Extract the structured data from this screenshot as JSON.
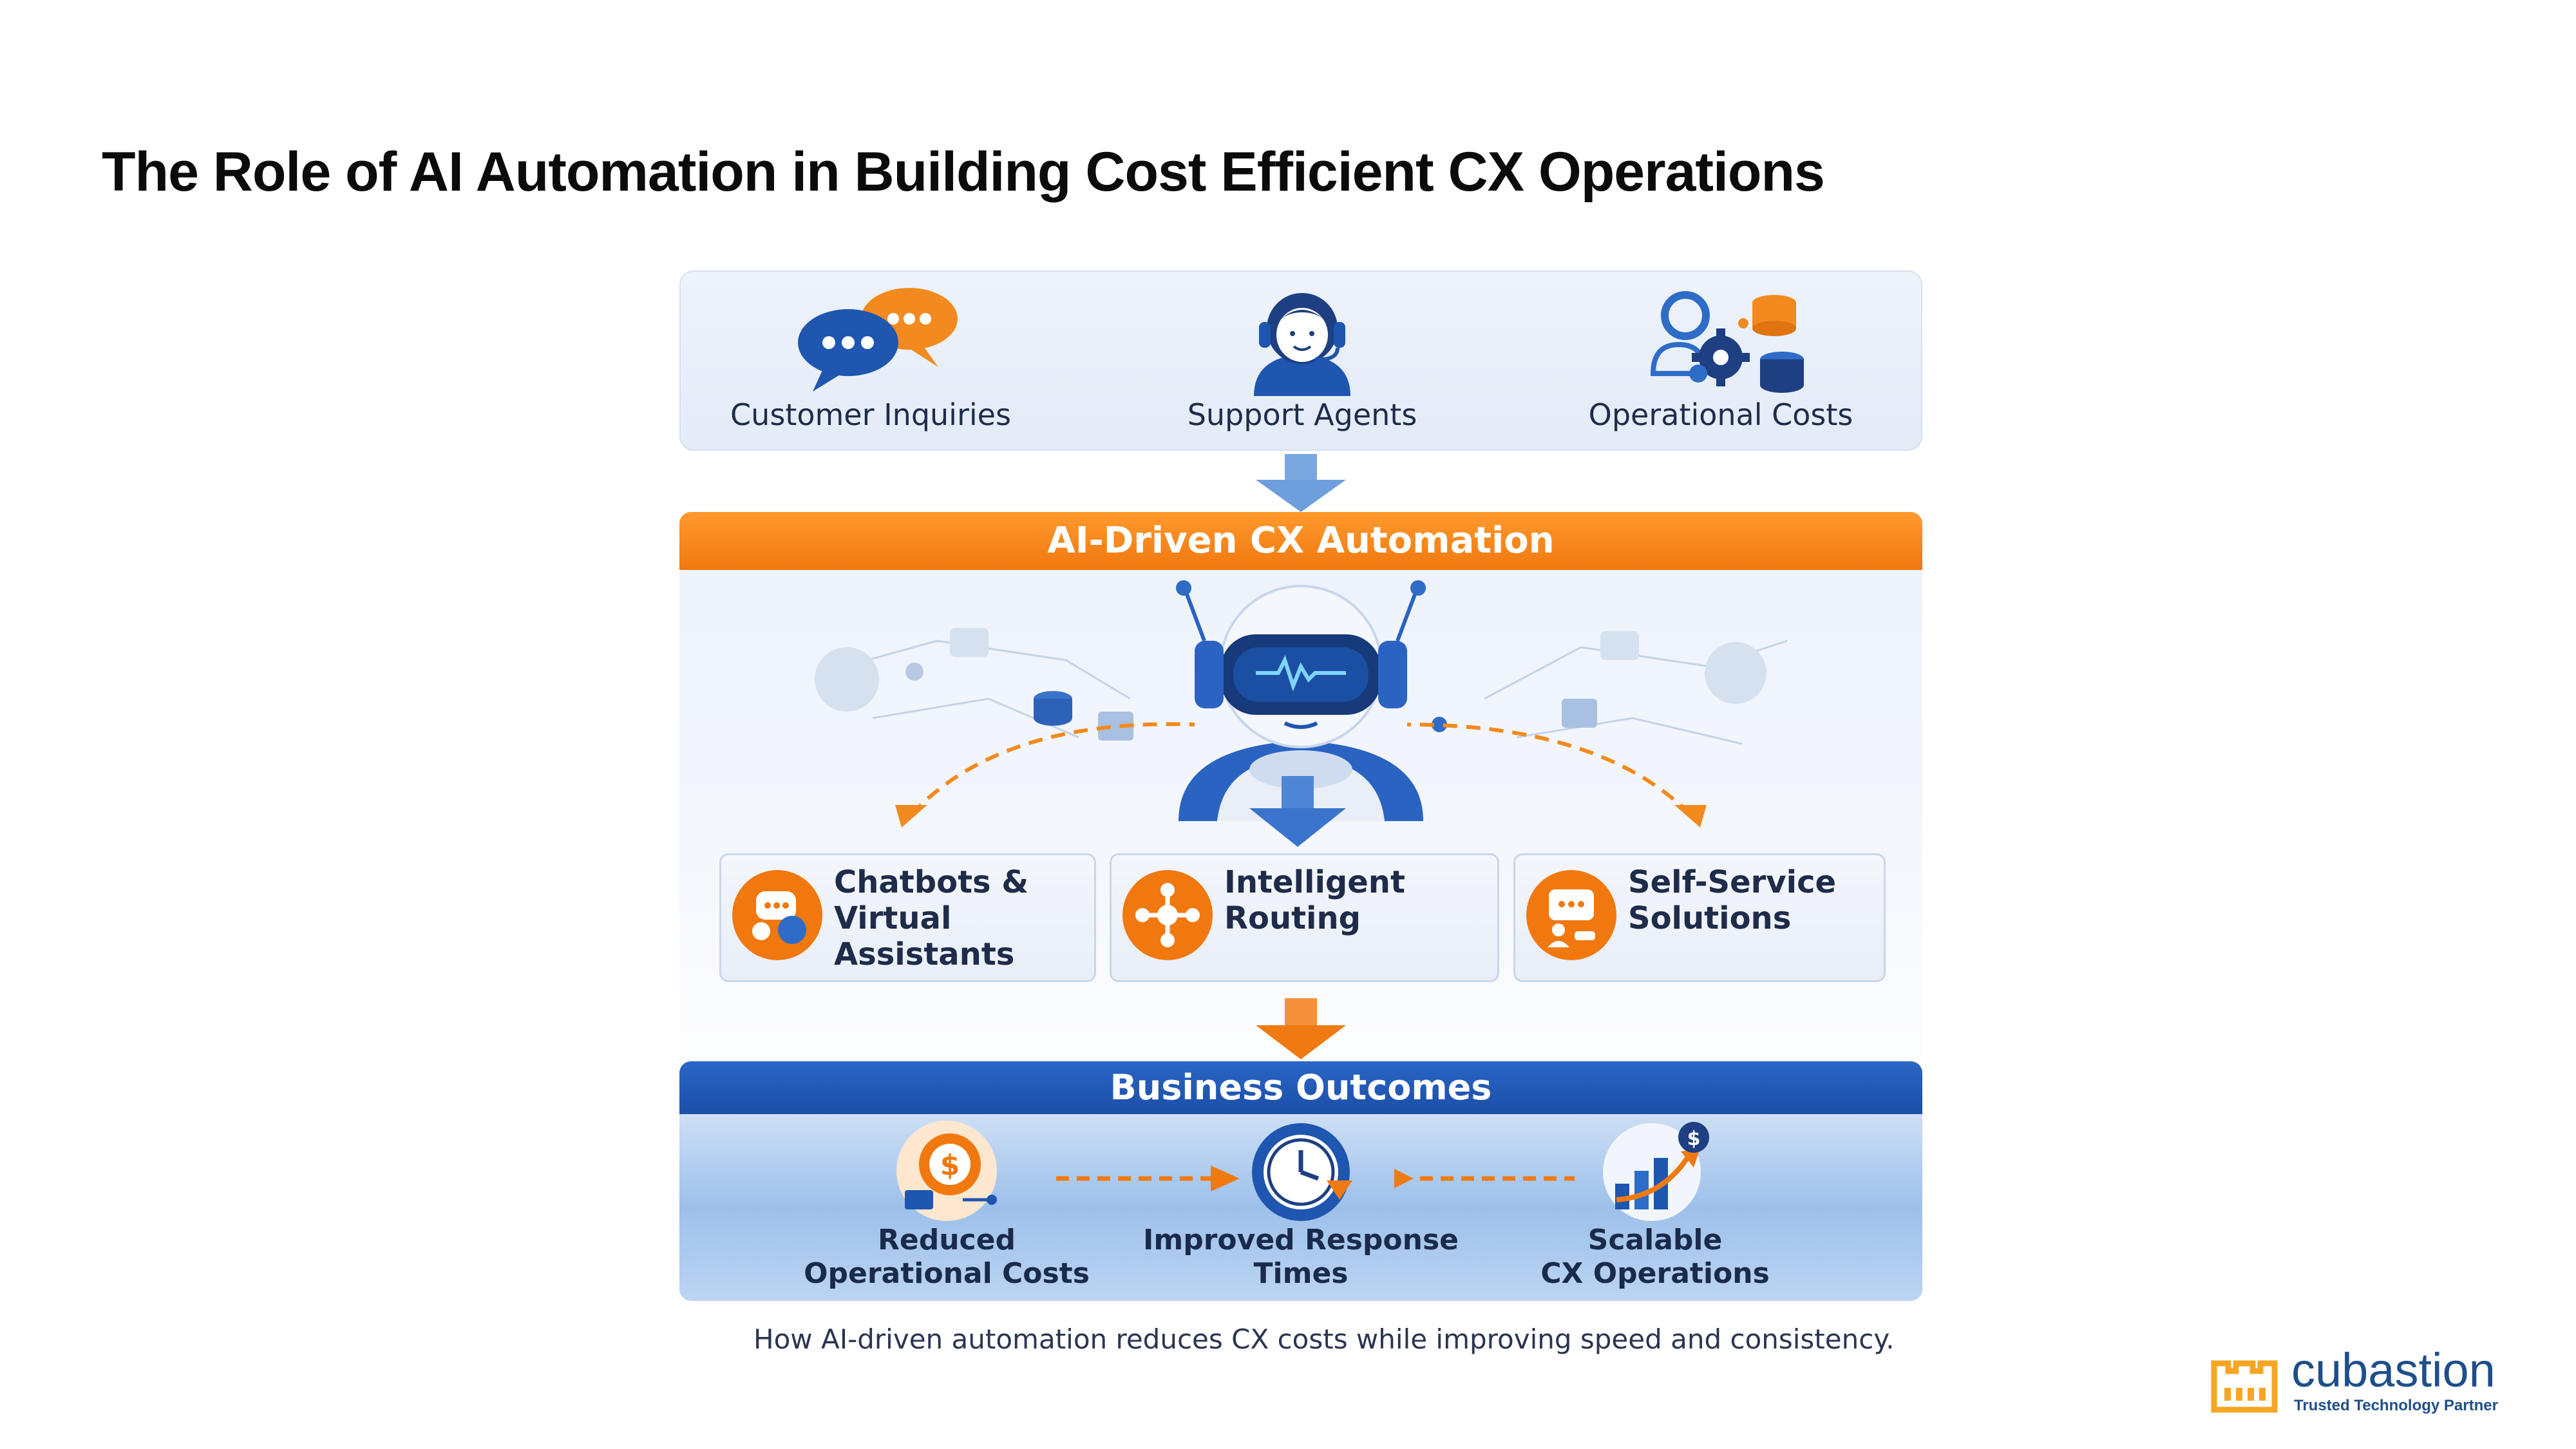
{
  "page": {
    "title": "The Role of AI Automation in Building Cost Efficient CX Operations",
    "caption": "How AI-driven automation reduces CX costs while improving speed and consistency."
  },
  "inputs": {
    "items": [
      {
        "label": "Customer Inquiries",
        "icon": "chat-bubbles-icon"
      },
      {
        "label": "Support Agents",
        "icon": "headset-agent-icon"
      },
      {
        "label": "Operational Costs",
        "icon": "gears-coins-icon"
      }
    ]
  },
  "automation": {
    "title": "AI-Driven CX Automation",
    "features": [
      {
        "lines": [
          "Chatbots &",
          "Virtual",
          "Assistants"
        ],
        "icon": "chatbot-icon"
      },
      {
        "lines": [
          "Intelligent",
          "Routing"
        ],
        "icon": "routing-icon"
      },
      {
        "lines": [
          "Self-Service",
          "Solutions"
        ],
        "icon": "self-service-icon"
      }
    ]
  },
  "outcomes": {
    "title": "Business Outcomes",
    "items": [
      {
        "lines": [
          "Reduced",
          "Operational Costs"
        ],
        "icon": "dollar-coin-icon"
      },
      {
        "lines": [
          "Improved Response",
          "Times"
        ],
        "icon": "clock-icon"
      },
      {
        "lines": [
          "Scalable",
          "CX Operations"
        ],
        "icon": "growth-chart-icon"
      }
    ]
  },
  "brand": {
    "name": "cubastion",
    "tagline": "Trusted Technology Partner"
  },
  "colors": {
    "orange": "#f07a12",
    "blue": "#1e56b0",
    "navy": "#1e2c4a",
    "light_panel": "#e6edf8"
  }
}
